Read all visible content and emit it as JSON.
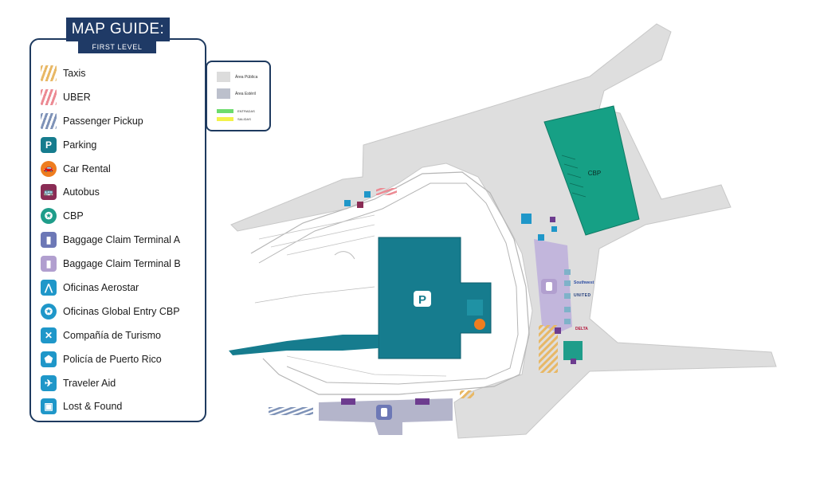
{
  "guide": {
    "title": "MAP GUIDE:",
    "subtitle": "FIRST LEVEL",
    "items": [
      {
        "label": "Taxis",
        "icon": "taxi-stripes",
        "color": "#e8b866"
      },
      {
        "label": "UBER",
        "icon": "uber-stripes",
        "color": "#ec8a93"
      },
      {
        "label": "Passenger Pickup",
        "icon": "pickup-stripes",
        "color": "#7f93b8"
      },
      {
        "label": "Parking",
        "icon": "parking-icon",
        "color": "#167c8e",
        "glyph": "P"
      },
      {
        "label": "Car Rental",
        "icon": "car-icon",
        "color": "#ee7d1f",
        "glyph": "🚗"
      },
      {
        "label": "Autobus",
        "icon": "bus-icon",
        "color": "#8a2c55",
        "glyph": "🚌"
      },
      {
        "label": "CBP",
        "icon": "cbp-icon",
        "color": "#1f9d8a",
        "glyph": "✪"
      },
      {
        "label": "Baggage Claim Terminal A",
        "icon": "baggage-a-icon",
        "color": "#6d78b6",
        "glyph": "▮"
      },
      {
        "label": "Baggage Claim Terminal B",
        "icon": "baggage-b-icon",
        "color": "#b19fcf",
        "glyph": "▮"
      },
      {
        "label": "Oficinas Aerostar",
        "icon": "aerostar-icon",
        "color": "#1f97c9",
        "glyph": "⋀"
      },
      {
        "label": "Oficinas Global Entry CBP",
        "icon": "global-entry-icon",
        "color": "#1f97c9",
        "glyph": "✪"
      },
      {
        "label": "Compañía de Turismo",
        "icon": "tourism-icon",
        "color": "#1f97c9",
        "glyph": "✕"
      },
      {
        "label": "Policía de Puerto Rico",
        "icon": "police-icon",
        "color": "#1f97c9",
        "glyph": "⬟"
      },
      {
        "label": "Traveler Aid",
        "icon": "traveler-aid-icon",
        "color": "#1f97c9",
        "glyph": "✈"
      },
      {
        "label": "Lost & Found",
        "icon": "lost-found-icon",
        "color": "#1f97c9",
        "glyph": "▣"
      }
    ]
  },
  "zone_key": {
    "items": [
      {
        "label": "Área Pública",
        "color": "#dcdcdc"
      },
      {
        "label": "Área Estéril",
        "color": "#bcc0cc"
      },
      {
        "label": "ENTRADAS",
        "color": "#6ddc6d"
      },
      {
        "label": "SALIDAS",
        "color": "#f2f24a"
      }
    ]
  },
  "map": {
    "cbp_label": "CBP",
    "parking_glyph": "P",
    "airlines": [
      {
        "name": "Southwest",
        "color": "#2f4fa3"
      },
      {
        "name": "UNITED",
        "color": "#1f3b7a"
      },
      {
        "name": "DELTA",
        "color": "#b3173b"
      }
    ]
  }
}
